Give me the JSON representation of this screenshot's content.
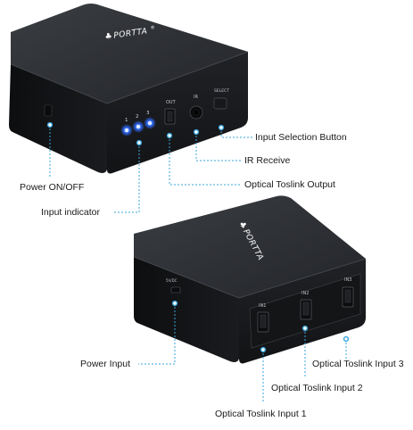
{
  "brand": {
    "name": "PORTTA",
    "trademark": "®"
  },
  "top_unit": {
    "indicator_numbers": [
      "1",
      "2",
      "3"
    ],
    "port_labels": {
      "out": "OUT",
      "ir": "IR",
      "select": "SELECT"
    },
    "led_color": "#2f6bff"
  },
  "bottom_unit": {
    "power_port_label": "5V/DC",
    "input_labels": [
      "IN1",
      "IN2",
      "IN3"
    ]
  },
  "callouts": {
    "input_selection_button": "Input Selection Button",
    "ir_receive": "IR Receive",
    "optical_toslink_output": "Optical Toslink Output",
    "power_on_off": "Power ON/OFF",
    "input_indicator": "Input indicator",
    "power_input": "Power Input",
    "optical_toslink_input_3": "Optical Toslink Input 3",
    "optical_toslink_input_2": "Optical Toslink Input 2",
    "optical_toslink_input_1": "Optical Toslink Input 1"
  },
  "colors": {
    "device_body": "#1d1f22",
    "device_top": "#2c2e31",
    "leader_line": "#3aa6dd",
    "background": "#ffffff"
  }
}
